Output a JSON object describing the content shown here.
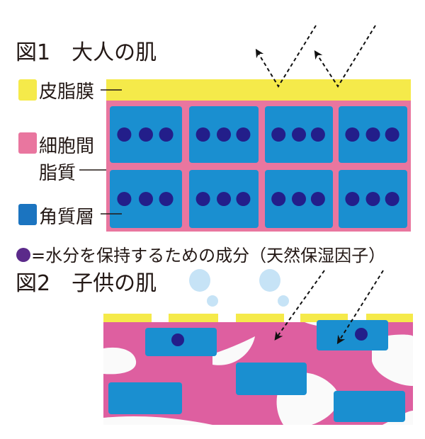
{
  "figure1": {
    "title": "図1　大人の肌",
    "legend": [
      {
        "label": "皮脂膜",
        "color": "#f5ea4a"
      },
      {
        "label_line1": "細胞間",
        "label_line2": "脂質",
        "color": "#e9769f"
      },
      {
        "label": "角質層",
        "color": "#1b74c0"
      }
    ],
    "caption": "=水分を保持するための成分（天然保湿因子）",
    "dot_color": "#5b2a8a"
  },
  "figure2": {
    "title": "図2　子供の肌"
  },
  "colors": {
    "sebum": "#f5ea4a",
    "lipid": "#de5fa0",
    "cell": "#1a8fd0",
    "moisture": "#231e8a",
    "bubble": "#c6e3f6"
  }
}
